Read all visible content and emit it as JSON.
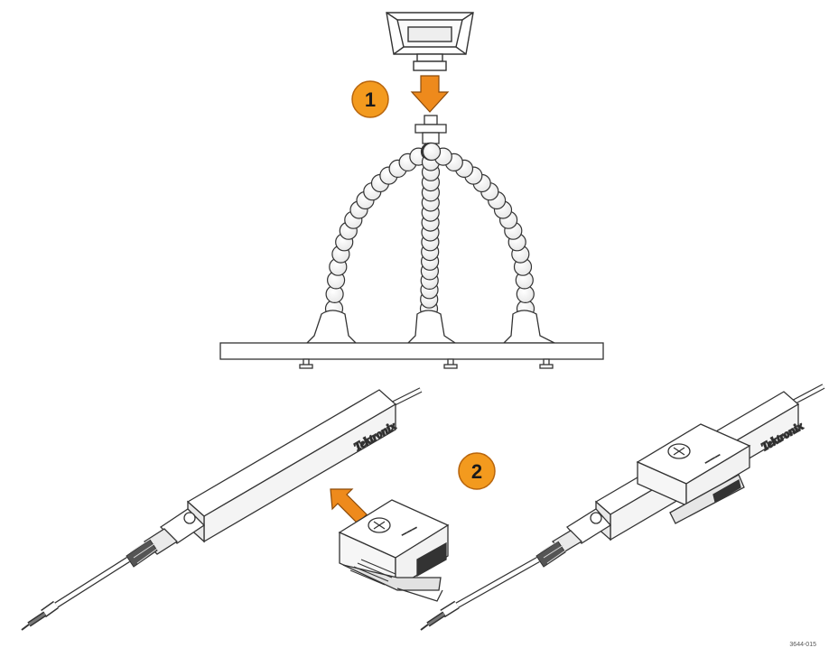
{
  "steps": [
    {
      "number": "1"
    },
    {
      "number": "2"
    }
  ],
  "probe_brand": "Tektronix",
  "figure_id": "3644-015",
  "colors": {
    "callout_fill": "#F39A1E",
    "callout_stroke": "#B8650C",
    "arrow_fill": "#EE8A1C",
    "line": "#333333"
  }
}
